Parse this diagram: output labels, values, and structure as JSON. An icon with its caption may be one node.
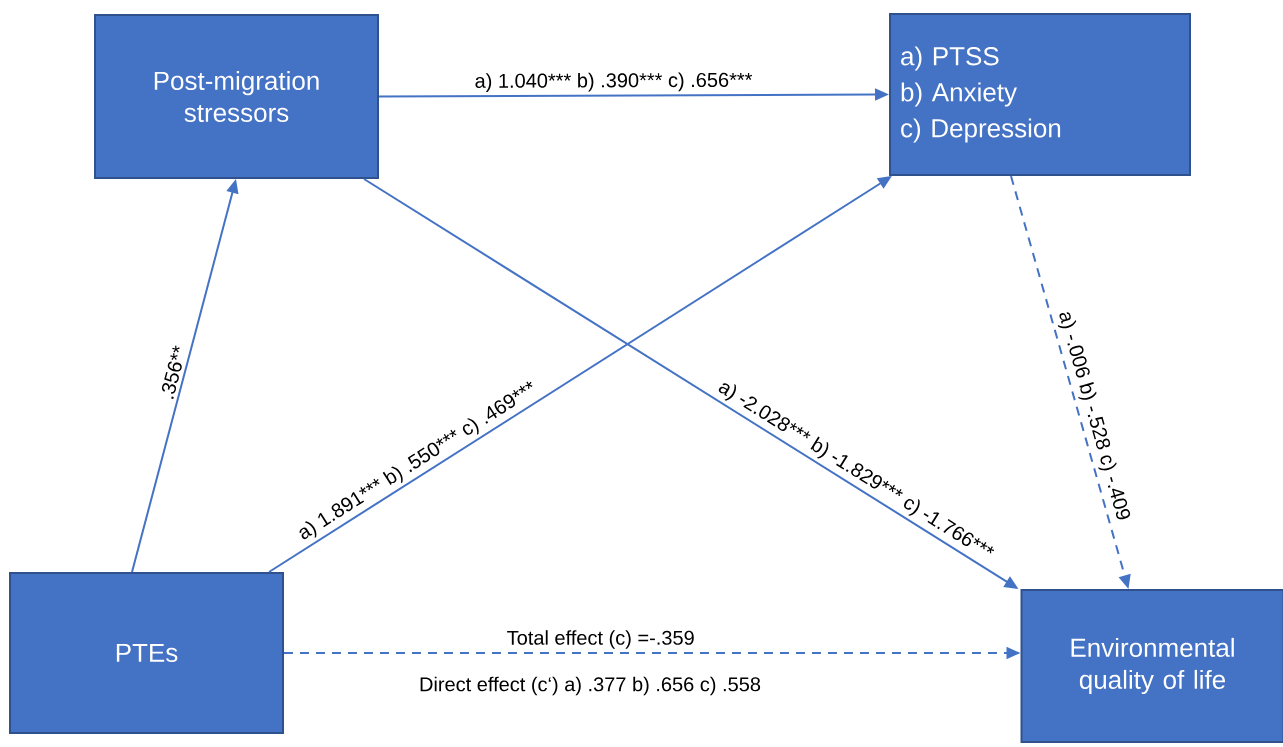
{
  "diagram": {
    "nodes": [
      {
        "text": [
          "Post-migration stressors"
        ]
      },
      {
        "text": [
          "a) PTSS",
          "b) Anxiety",
          "c) Depression"
        ]
      },
      {
        "text": [
          "PTEs"
        ]
      },
      {
        "text": [
          "Environmental quality of life"
        ]
      }
    ],
    "edges": [
      {
        "from": 0,
        "to": 1,
        "arrow": "to",
        "label": "a) 1.040*** b) .390*** c) .656***"
      },
      {
        "from": 2,
        "to": 0,
        "arrow": "to",
        "label": ".356**"
      },
      {
        "from": 2,
        "to": 1,
        "arrow": "to",
        "label": "a) 1.891*** b) .550*** c) .469***"
      },
      {
        "from": 0,
        "to": 3,
        "arrow": "to",
        "label": "a) -2.028*** b) -1.829*** c) -1.766***"
      },
      {
        "from": 1,
        "to": 3,
        "arrow": "to",
        "style": "dashed",
        "label": "a) -.006 b) -.528 c) -.409"
      },
      {
        "from": 2,
        "to": 3,
        "arrow": "to",
        "style": "dashed",
        "label": "Total effect (c) =-.359"
      }
    ],
    "labels": [
      "Direct effect (c‘) a) .377 b) .656 c) .558"
    ]
  }
}
